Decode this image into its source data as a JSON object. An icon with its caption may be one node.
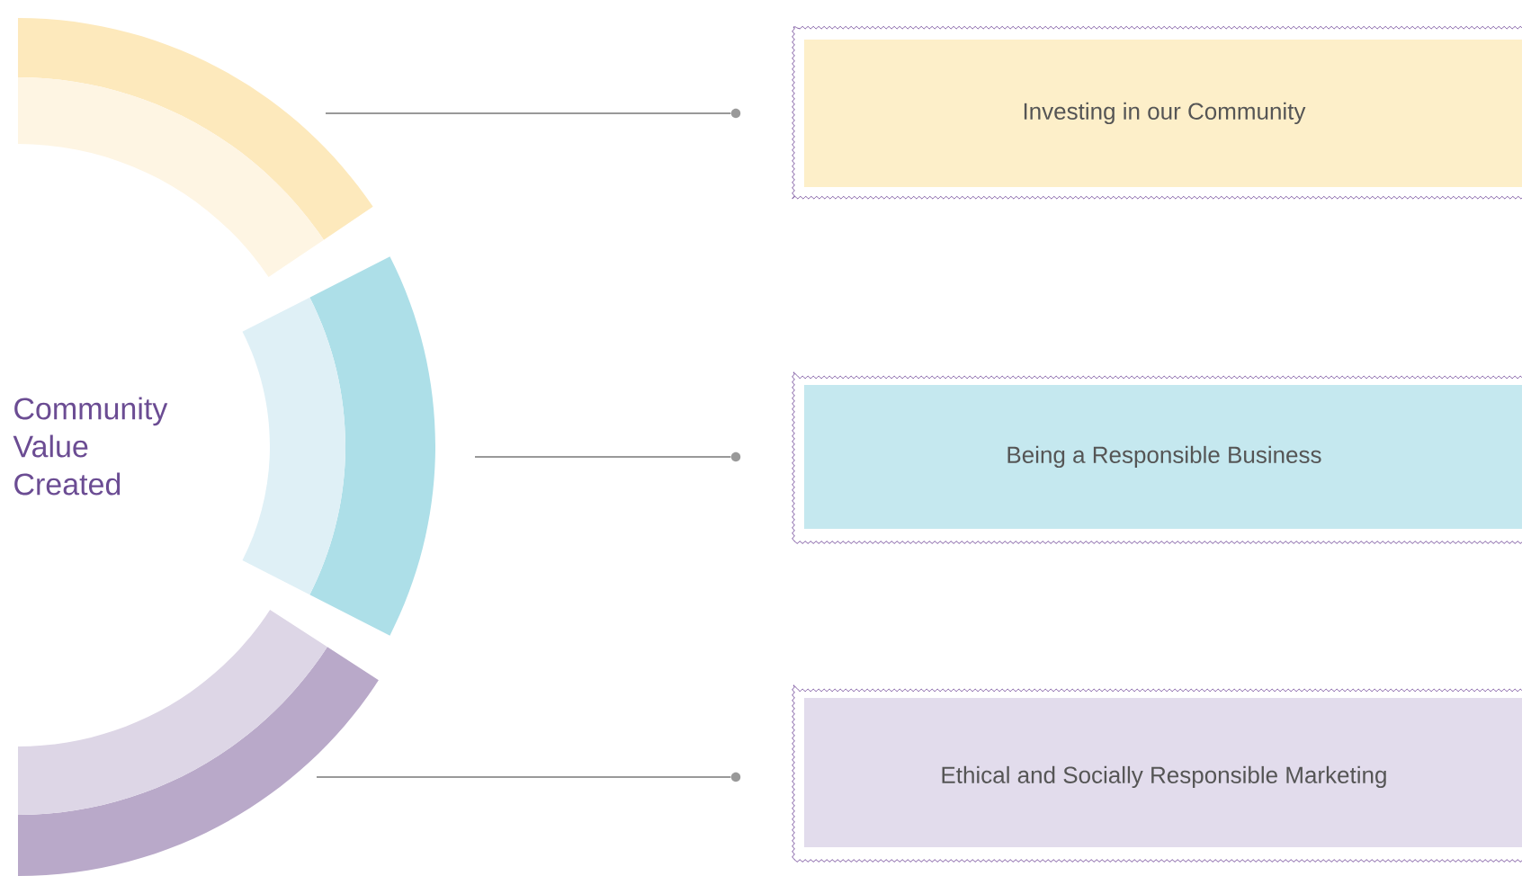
{
  "diagram": {
    "nodes": [
      {
        "text": [
          "Investing in our Community"
        ]
      },
      {
        "text": [
          "Being a Responsible Business"
        ]
      },
      {
        "text": [
          "Ethical and Socially Responsible Marketing"
        ]
      },
      {
        "text": [],
        "shape": "circle"
      },
      {
        "text": [],
        "shape": "circle"
      },
      {
        "text": [],
        "shape": "circle"
      }
    ],
    "edges": [
      {
        "from": null,
        "to": 3,
        "arrow": "none"
      },
      {
        "from": null,
        "to": 4,
        "arrow": "none"
      },
      {
        "from": null,
        "to": 5,
        "arrow": "none"
      }
    ],
    "labels": [
      "Community Value Created"
    ]
  }
}
